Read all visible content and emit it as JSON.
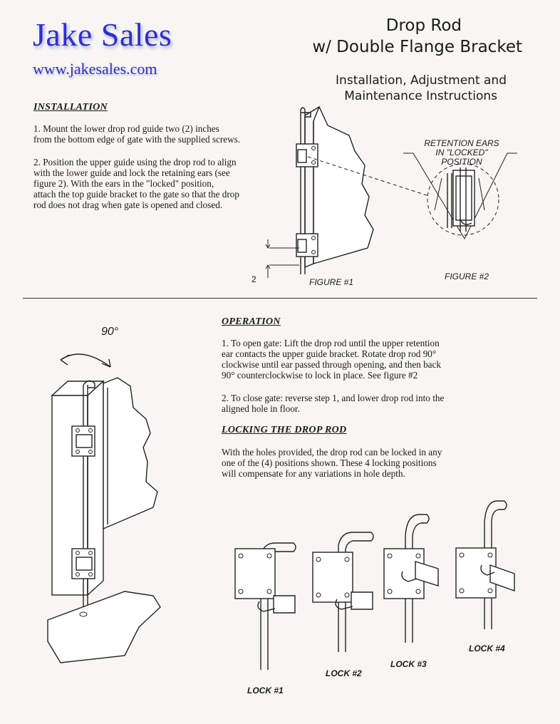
{
  "header": {
    "brand": "Jake Sales",
    "url": "www.jakesales.com",
    "title_line1": "Drop Rod",
    "title_line2": "w/ Double Flange Bracket",
    "subtitle_line1": "Installation, Adjustment and",
    "subtitle_line2": "Maintenance Instructions"
  },
  "installation": {
    "heading": "INSTALLATION",
    "step1": [
      "1.  Mount the lower drop rod guide two (2) inches",
      "from the bottom edge of gate with the supplied screws."
    ],
    "step2": [
      "2.  Position the upper guide using the drop rod to align",
      "with the lower guide and lock the retaining ears (see",
      "figure 2).  With the ears in the \"locked\" position,",
      "attach the top guide bracket to the gate so that the drop",
      "rod does not drag when gate is opened and closed."
    ]
  },
  "figures": {
    "figure1_caption": "FIGURE #1",
    "figure2_caption": "FIGURE #2",
    "dimension_label": "2",
    "retention_label_line1": "RETENTION EARS",
    "retention_label_line2": "IN \"LOCKED\" POSITION",
    "rotation_label": "90°"
  },
  "operation": {
    "heading": "OPERATION",
    "step1": [
      "1.  To open gate:  Lift the drop rod until the upper retention",
      "ear contacts the upper guide bracket.  Rotate drop rod 90°",
      "clockwise until ear passed through opening, and then back",
      "90° counterclockwise to lock in place.  See figure #2"
    ],
    "step2": [
      "2.  To close gate:  reverse step 1, and lower drop rod into the",
      "aligned hole in floor."
    ]
  },
  "locking": {
    "heading": "LOCKING THE DROP ROD",
    "text": [
      "With the holes provided, the drop rod can be locked in any",
      "one of the (4) positions shown.  These 4 locking positions",
      "will compensate for any variations in hole depth."
    ],
    "lock_labels": [
      "LOCK #1",
      "LOCK #2",
      "LOCK #3",
      "LOCK #4"
    ]
  }
}
